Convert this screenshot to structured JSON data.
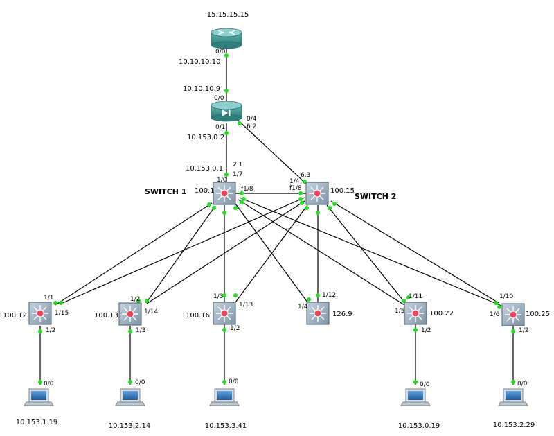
{
  "colors": {
    "link": "#000000",
    "port_dot": "#22dd22",
    "router_body": "#3f8f8c",
    "router_top": "#8fd0ce",
    "switch_body": "#6f8597",
    "switch_face": "#a7b7c6",
    "switch_core": "#e8465a",
    "pc_screen": "#2f6fb0"
  },
  "devices": {
    "r_top": {
      "label": "15.15.15.15",
      "icon": "router-icon"
    },
    "r_fw": {
      "label": "",
      "icon": "firewall-router-icon"
    },
    "sw1": {
      "label": "SWITCH 1",
      "ip": "100.1",
      "icon": "multilayer-switch-icon"
    },
    "sw2": {
      "label": "SWITCH 2",
      "ip": "100.15",
      "icon": "multilayer-switch-icon"
    },
    "a1": {
      "ip": "100.12",
      "icon": "multilayer-switch-icon"
    },
    "a2": {
      "ip": "100.13",
      "icon": "multilayer-switch-icon"
    },
    "a3": {
      "ip": "100.16",
      "icon": "multilayer-switch-icon"
    },
    "a4": {
      "ip": "126.9",
      "icon": "multilayer-switch-icon"
    },
    "a5": {
      "ip": "100.22",
      "icon": "multilayer-switch-icon"
    },
    "a6": {
      "ip": "100.25",
      "icon": "multilayer-switch-icon"
    },
    "pc1": {
      "ip": "10.153.1.19",
      "icon": "laptop-icon"
    },
    "pc2": {
      "ip": "10.153.2.14",
      "icon": "laptop-icon"
    },
    "pc3": {
      "ip": "10.153.3.41",
      "icon": "laptop-icon"
    },
    "pc5": {
      "ip": "10.153.0.19",
      "icon": "laptop-icon"
    },
    "pc6": {
      "ip": "10.153.2.29",
      "icon": "laptop-icon"
    }
  },
  "link_labels": {
    "r_top_port": "0/0",
    "r_top_ip": "10.10.10.10",
    "r_fw_ip": "10.10.10.9",
    "r_fw_port_up": "0/0",
    "r_fw_port_down": "0/1",
    "r_fw_port_right": "0/4",
    "r_fw_right_ip": "6.2",
    "r_fw_down_ip": "10.153.0.2",
    "sw1_up_ip": "10.153.0.1",
    "sw1_up_sub": "2.1",
    "sw1_port_17": "1/7",
    "sw1_port_10": "1/0",
    "sw1_port_f18": "f1/8",
    "sw2_ip_63": "6.3",
    "sw2_port_14": "1/4",
    "sw2_port_f18": "f1/8",
    "a1_up1": "1/1",
    "a1_up2": "1/15",
    "a1_down": "1/2",
    "a2_up1": "1/2",
    "a2_up2": "1/14",
    "a2_down": "1/3",
    "a3_up1": "1/3",
    "a3_up2": "1/13",
    "a3_down": "1/2",
    "a4_up1": "1/4",
    "a4_up2": "1/12",
    "a5_up1": "1/5",
    "a5_up2": "1/11",
    "a5_down": "1/2",
    "a6_up1": "1/6",
    "a6_up2": "1/10",
    "a6_down": "1/2",
    "pc_port": "0/0"
  }
}
